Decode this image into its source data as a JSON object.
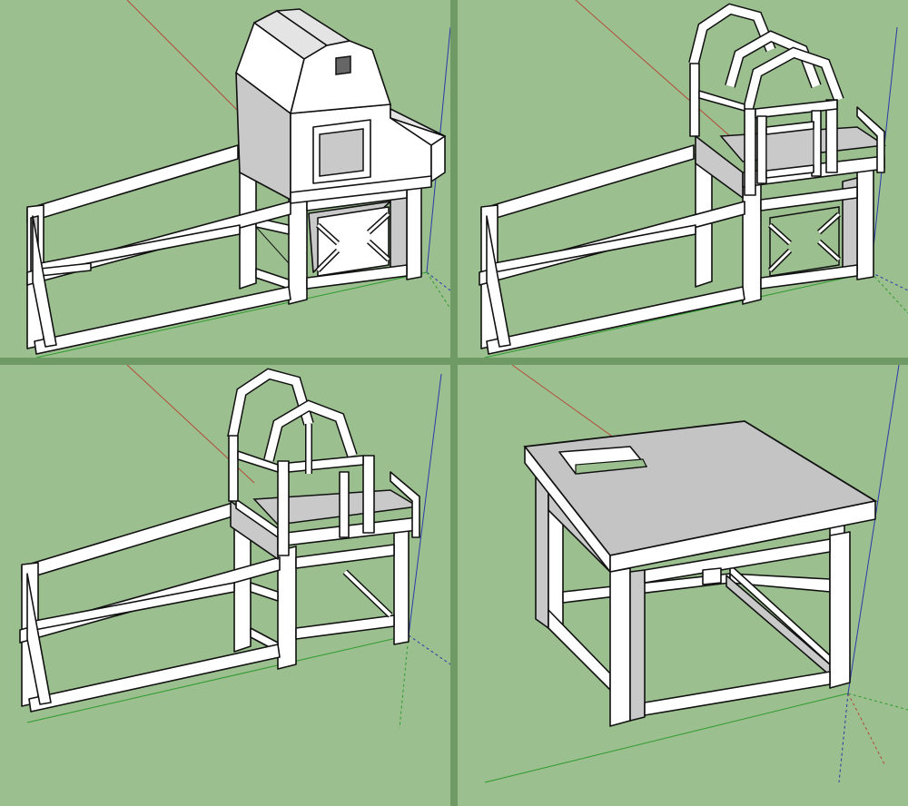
{
  "views": [
    {
      "name": "finished-coop-view"
    },
    {
      "name": "roof-frame-view"
    },
    {
      "name": "frame-no-ramp-view"
    },
    {
      "name": "base-platform-view"
    }
  ],
  "colors": {
    "background": "#9bbf8e",
    "divider": "#6f9a66",
    "axis_red": "#b44a3a",
    "axis_green": "#2e9a2e",
    "axis_blue": "#2a3aa8",
    "wood": "#ffffff",
    "edge": "#111111",
    "shade": "#c9c9c9"
  }
}
